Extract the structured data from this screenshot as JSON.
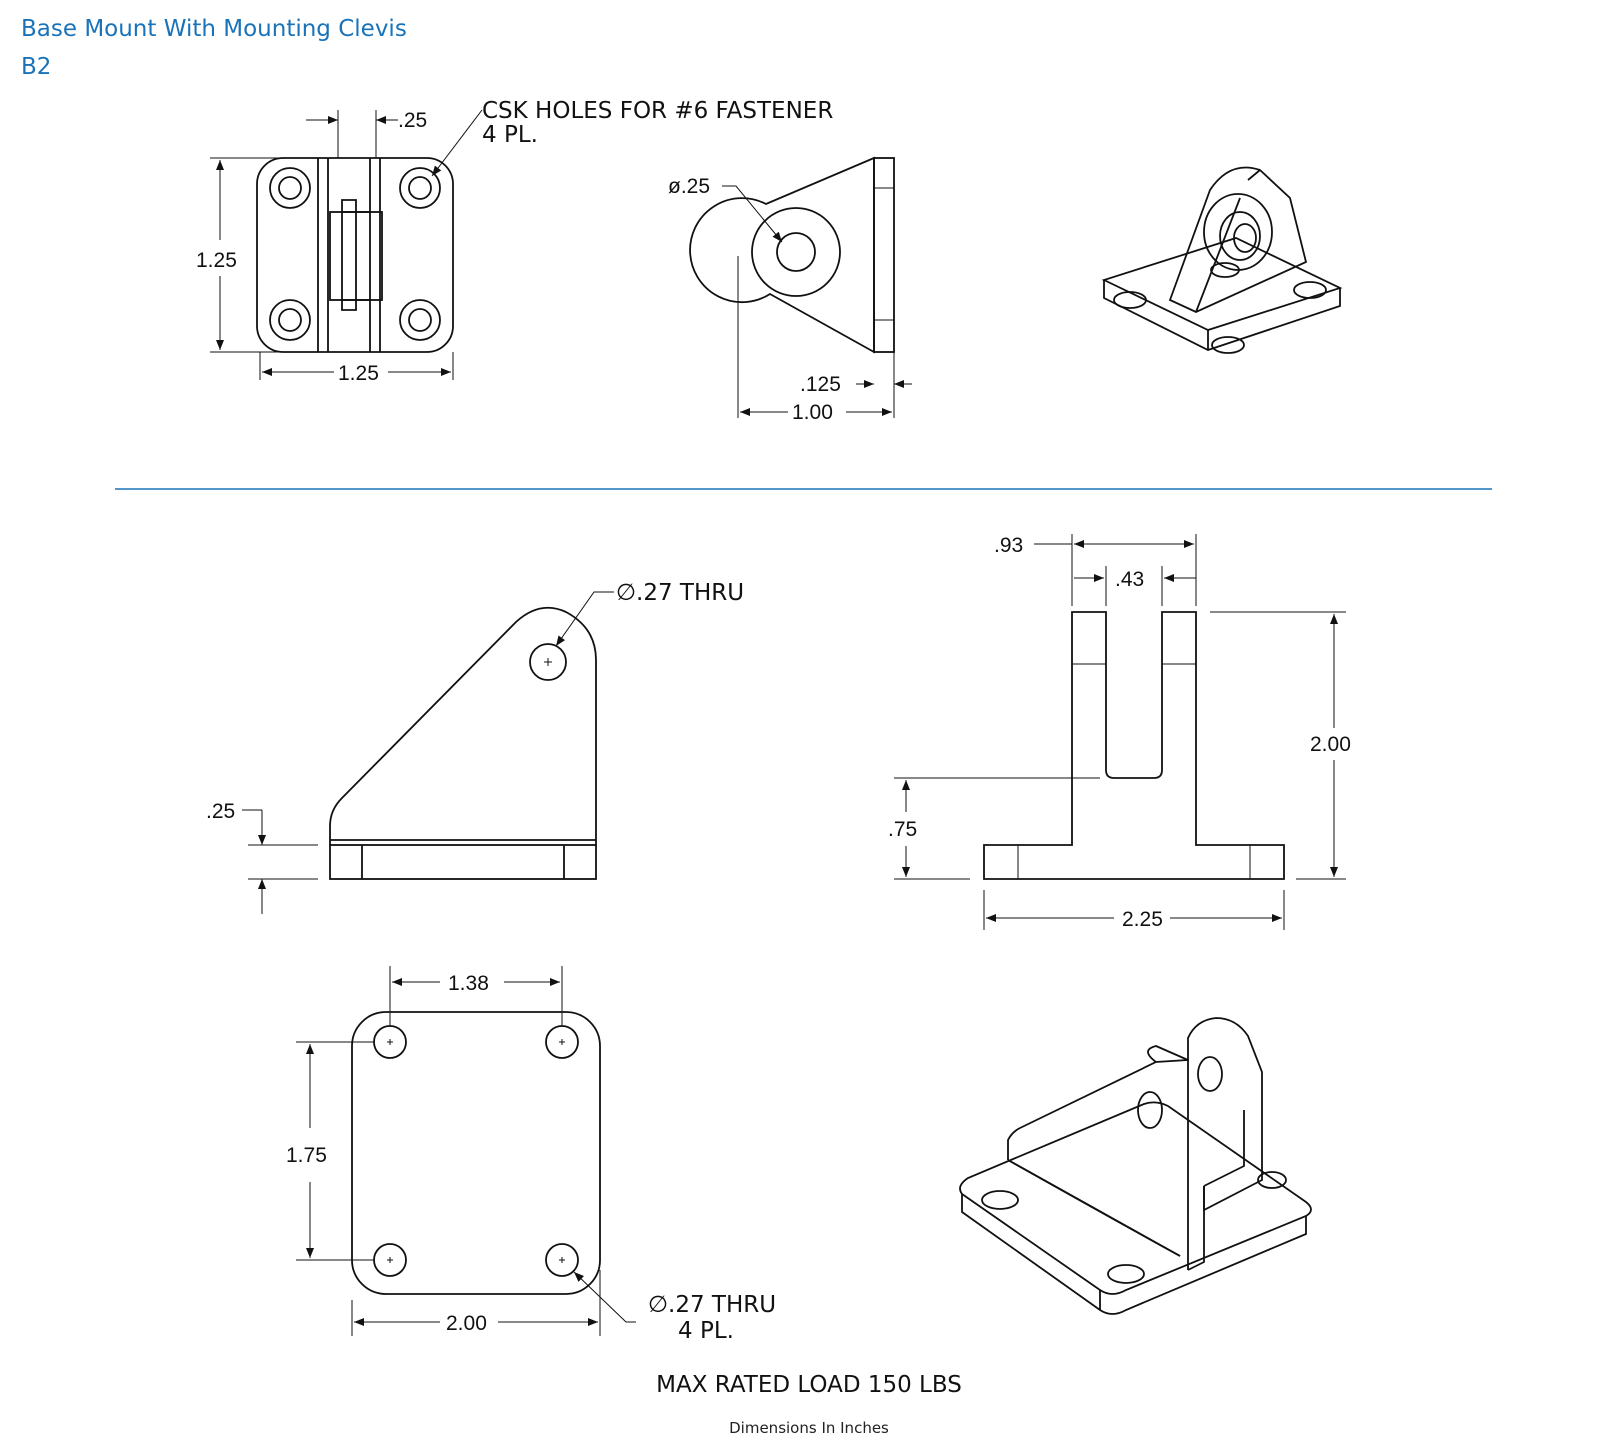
{
  "header": {
    "title": "Base Mount With Mounting Clevis",
    "part_number": "B2"
  },
  "colors": {
    "title": "#1a73b8",
    "divider": "#1a73b8",
    "ink": "#111111"
  },
  "small_part": {
    "dims": {
      "slot_width": ".25",
      "height": "1.25",
      "width": "1.25",
      "hole_dia": "ø.25",
      "thickness": ".125",
      "depth": "1.00"
    },
    "callout_line1": "CSK HOLES FOR #6 FASTENER",
    "callout_line2": "4 PL."
  },
  "large_part": {
    "dims": {
      "thru_hole": "∅.27 THRU",
      "base_thickness": ".25",
      "outer_width": ".93",
      "slot_width": ".43",
      "height": "2.00",
      "slot_bottom": ".75",
      "base_length": "2.25",
      "hole_spacing_x": "1.38",
      "hole_spacing_y": "1.75",
      "base_width": "2.00",
      "mount_hole_line1": "∅.27 THRU",
      "mount_hole_line2": "4 PL."
    }
  },
  "footer": {
    "load_note": "MAX RATED LOAD 150 LBS",
    "units_note": "Dimensions In Inches"
  }
}
